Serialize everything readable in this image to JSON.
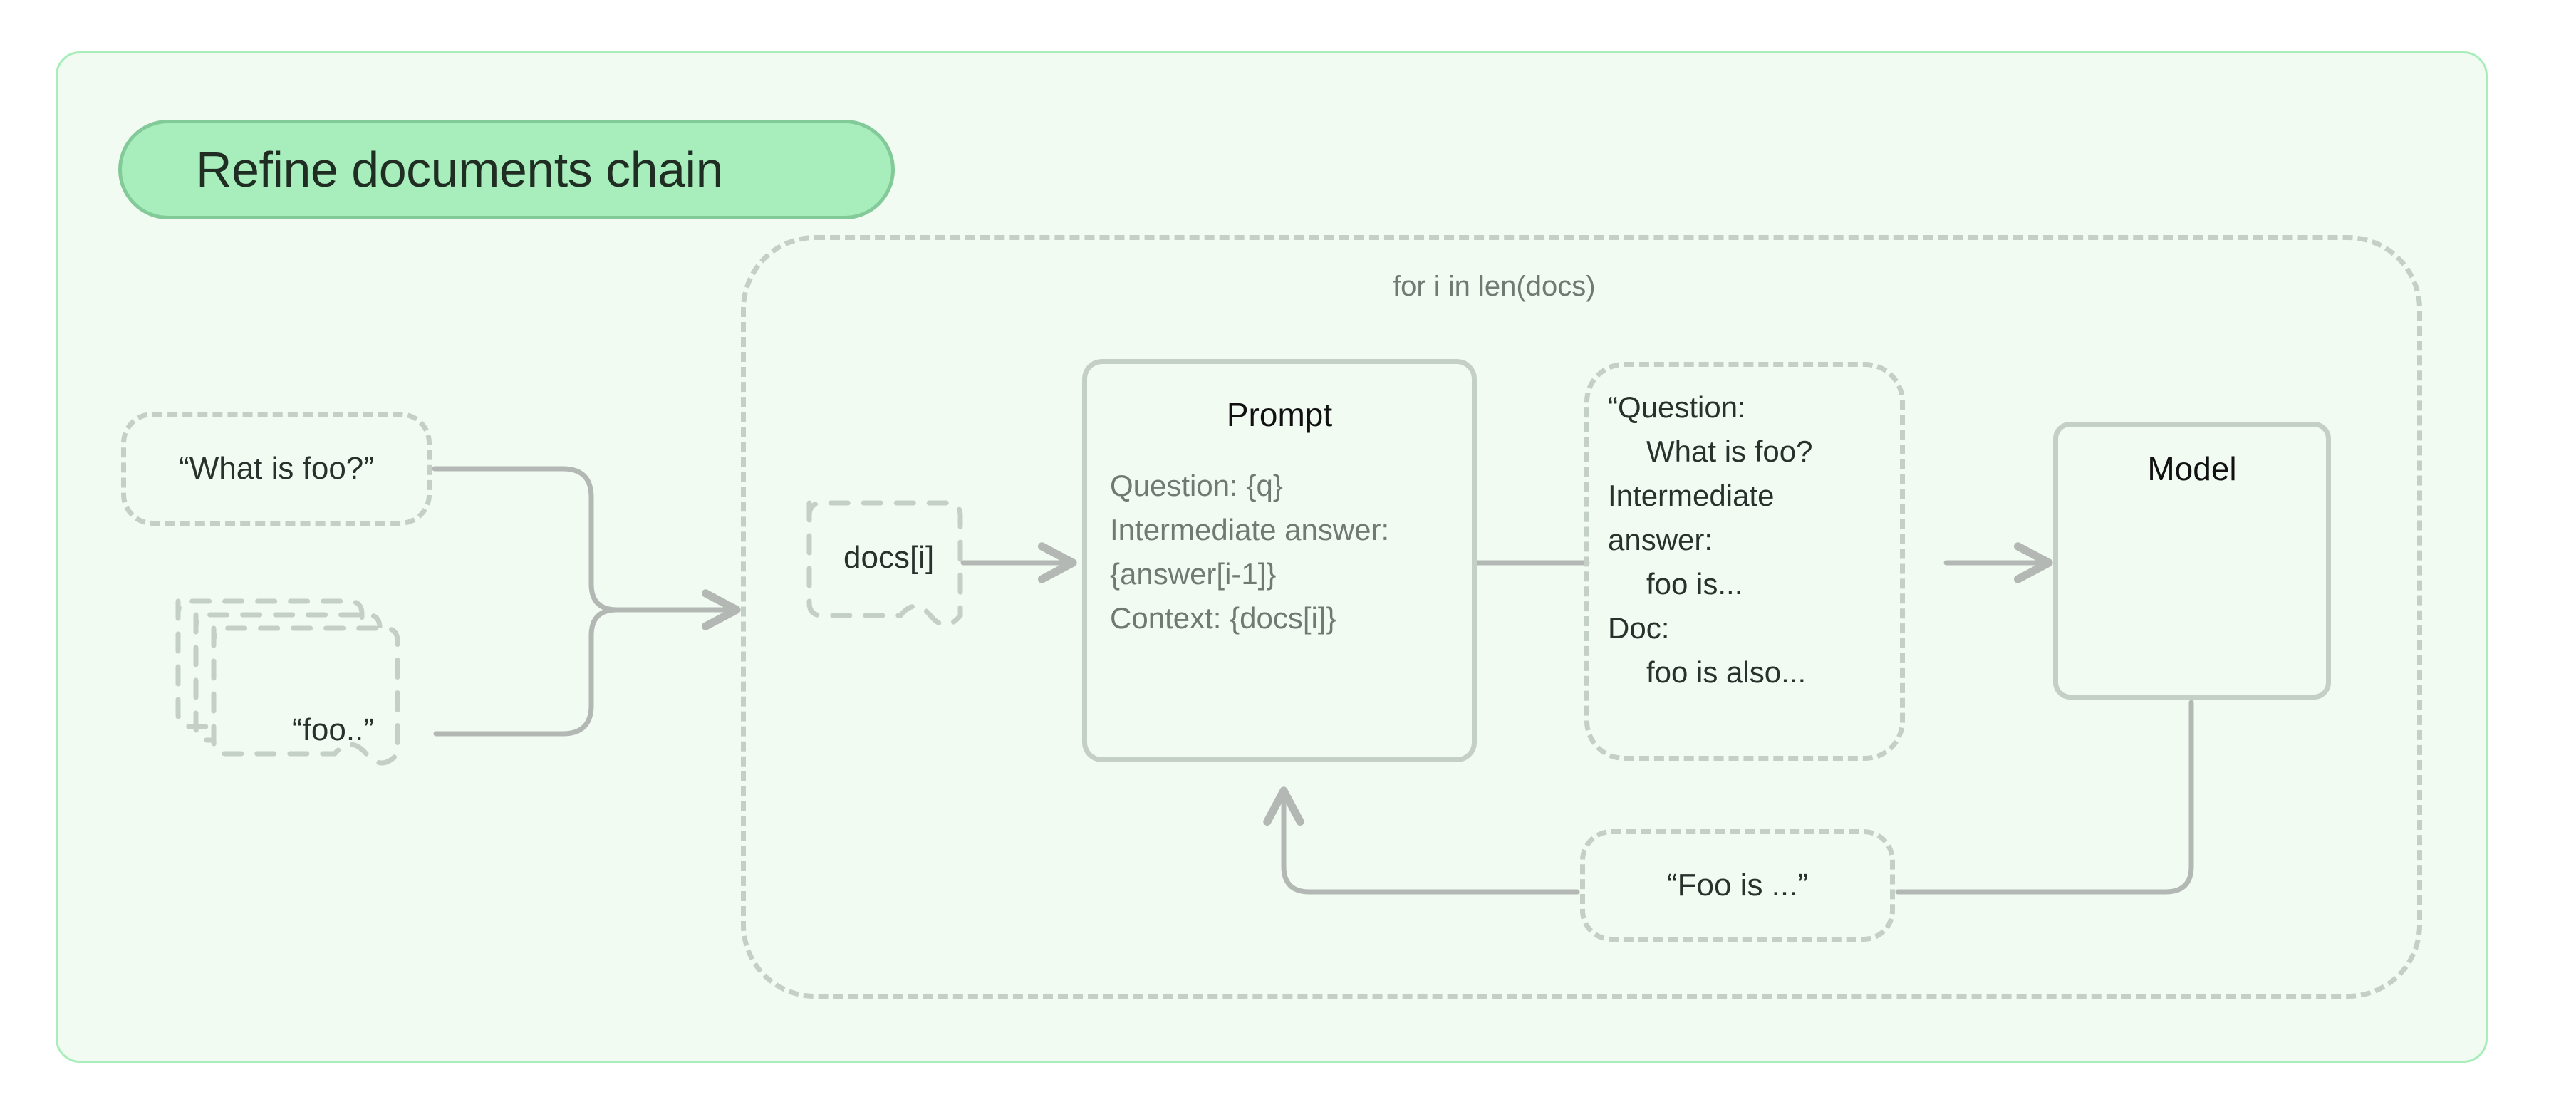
{
  "title": {
    "label": "Refine documents chain"
  },
  "loop": {
    "label": "for i in len(docs)"
  },
  "nodes": {
    "question": {
      "label": "“What is foo?”"
    },
    "docs_stack": {
      "label": "“foo..”"
    },
    "docs_i": {
      "label": "docs[i]"
    },
    "foo_answer": {
      "label": "“Foo is ...”"
    }
  },
  "prompt": {
    "title": "Prompt",
    "lines": [
      "Question: {q}",
      "Intermediate answer:",
      "{answer[i-1]}",
      "Context: {docs[i]}"
    ]
  },
  "content": {
    "lines": [
      {
        "text": "“Question:",
        "indent": false
      },
      {
        "text": "What is foo?",
        "indent": true
      },
      {
        "text": "Intermediate",
        "indent": false
      },
      {
        "text": "answer:",
        "indent": false
      },
      {
        "text": "foo is...",
        "indent": true
      },
      {
        "text": "Doc:",
        "indent": false
      },
      {
        "text": "foo is also...",
        "indent": true
      }
    ]
  },
  "model": {
    "title": "Model",
    "shape_name": "parallelogram",
    "shape_color": "#e0ccfa"
  },
  "colors": {
    "card_background": "#f1fbf2",
    "card_border": "#a8edba",
    "title_pill_fill": "#a8eebd",
    "title_pill_border": "#83ca99",
    "dashed_stroke": "#c4cfc6",
    "solid_stroke": "#b3b8b4",
    "connector": "#b3b8b4",
    "text_dark": "#28312b",
    "text_muted": "#6e7a72",
    "model_shape": "#e0ccfa"
  }
}
